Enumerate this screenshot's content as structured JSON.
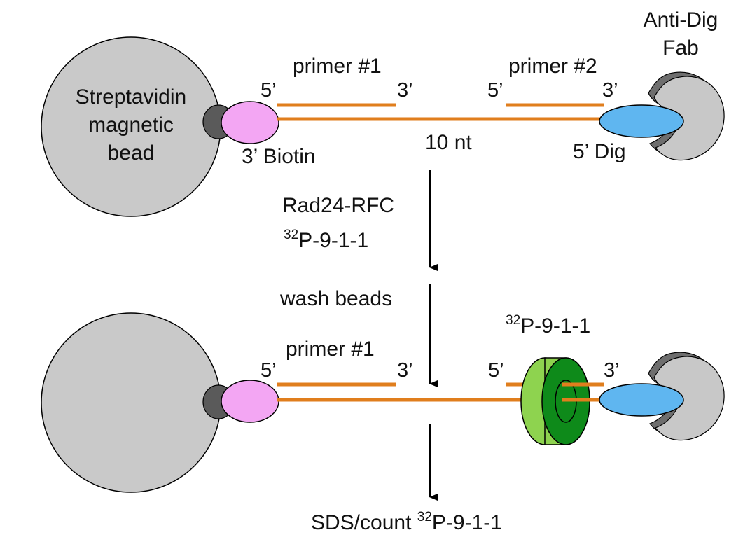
{
  "colors": {
    "bead": "#c9c9c9",
    "bead_stroke": "#000000",
    "biotin": "#f3a6f3",
    "dig": "#5fb6f0",
    "dna": "#e07e1d",
    "fab": "#c8c8c8",
    "fab_shadow": "#6e6e6e",
    "streptavidin_cap": "#5a5a5a",
    "clamp_light": "#8ed34f",
    "clamp_dark": "#0e8a1a",
    "arrow": "#000000"
  },
  "top": {
    "bead_label": [
      "Streptavidin",
      "magnetic",
      "bead"
    ],
    "primer1_label": "primer #1",
    "primer2_label": "primer #2",
    "five_prime_left": "5’",
    "three_prime_primer1": "3’",
    "five_prime_primer2": "5’",
    "three_prime_right": "3’",
    "gap_label": "10 nt",
    "biotin_label": "3’ Biotin",
    "dig_label": "5’ Dig",
    "fab_label": [
      "Anti-Dig",
      "Fab"
    ]
  },
  "steps": {
    "step1_line1": "Rad24-RFC",
    "step1_sup": "32",
    "step1_line2": "P-9-1-1",
    "step2": "wash beads"
  },
  "bottom": {
    "clamp_sup": "32",
    "clamp_label": "P-9-1-1",
    "primer1_label": "primer #1",
    "five_prime_left": "5’",
    "three_prime_primer1": "3’",
    "five_prime_right": "5’",
    "three_prime_right": "3’"
  },
  "final": {
    "text": "SDS/count ",
    "sup": "32",
    "suffix": "P-9-1-1"
  },
  "icons": {
    "bead": "circle-shape",
    "biotin": "ellipse-shape",
    "dig": "ellipse-shape",
    "fab": "antibody-fab-shape",
    "clamp": "ring-clamp-shape",
    "arrow": "down-arrow"
  }
}
